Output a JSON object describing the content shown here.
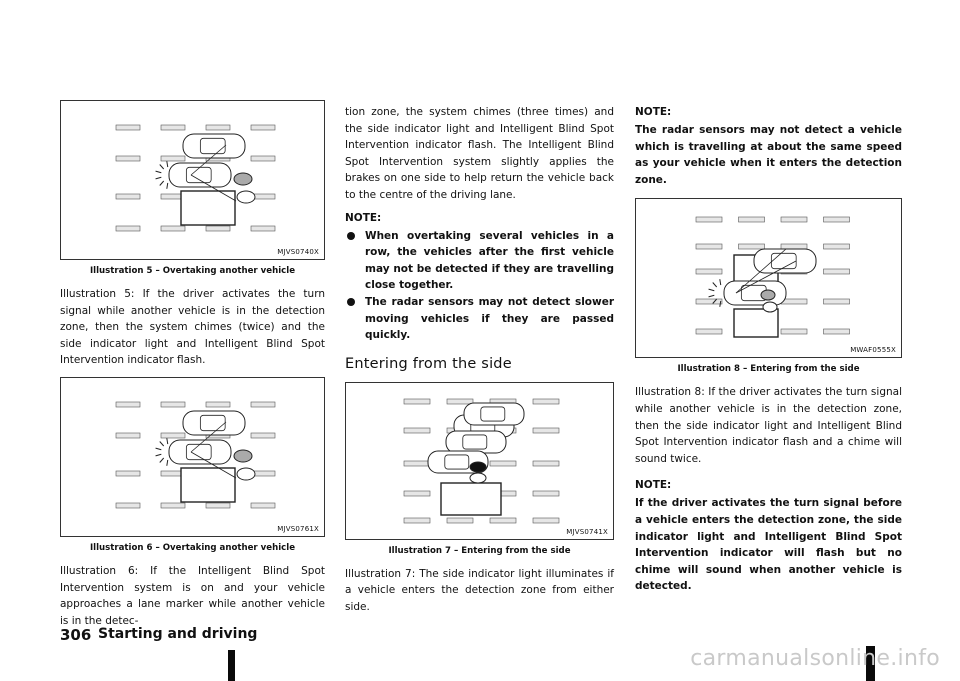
{
  "column1": {
    "fig5": {
      "code": "MJVS0740X",
      "caption": "Illustration 5 – Overtaking another vehicle"
    },
    "para5": "Illustration 5: If the driver activates the turn signal while another vehicle is in the detection zone, then the system chimes (twice) and the side indicator light and Intelligent Blind Spot Intervention indicator flash.",
    "fig6": {
      "code": "MJVS0761X",
      "caption": "Illustration 6 – Overtaking another vehicle"
    },
    "para6": "Illustration 6: If the Intelligent Blind Spot Intervention system is on and your vehicle approaches a lane marker while another vehicle is in the detec-"
  },
  "column2": {
    "para_cont": "tion zone, the system chimes (three times) and the side indicator light and Intelligent Blind Spot Intervention indicator flash. The Intelligent Blind Spot Intervention system slightly applies the brakes on one side to help return the vehicle back to the centre of the driving lane.",
    "note_heading": "NOTE:",
    "bullets": [
      "When overtaking several vehicles in a row, the vehicles after the first vehicle may not be detected if they are travelling close together.",
      "The radar sensors may not detect slower moving vehicles if they are passed quickly."
    ],
    "section_heading": "Entering from the side",
    "fig7": {
      "code": "MJVS0741X",
      "caption": "Illustration 7 – Entering from the side"
    },
    "para7": "Illustration 7: The side indicator light illuminates if a vehicle enters the detection zone from either side."
  },
  "column3": {
    "note_heading": "NOTE:",
    "note_text": "The radar sensors may not detect a vehicle which is travelling at about the same speed as your vehicle when it enters the detection zone.",
    "fig8": {
      "code": "MWAF0555X",
      "caption": "Illustration 8 – Entering from the side"
    },
    "para8": "Illustration 8: If the driver activates the turn signal while another vehicle is in the detection zone, then the side indicator light and Intelligent Blind Spot Intervention indicator flash and a chime will sound twice.",
    "note2_heading": "NOTE:",
    "note2_text": "If the driver activates the turn signal before a vehicle enters the detection zone, the side indicator light and Intelligent Blind Spot Intervention indicator will flash but no chime will sound when another vehicle is detected."
  },
  "footer": {
    "page_number": "306",
    "section_title": "Starting and driving"
  },
  "watermark": "carmanualsonline.info"
}
